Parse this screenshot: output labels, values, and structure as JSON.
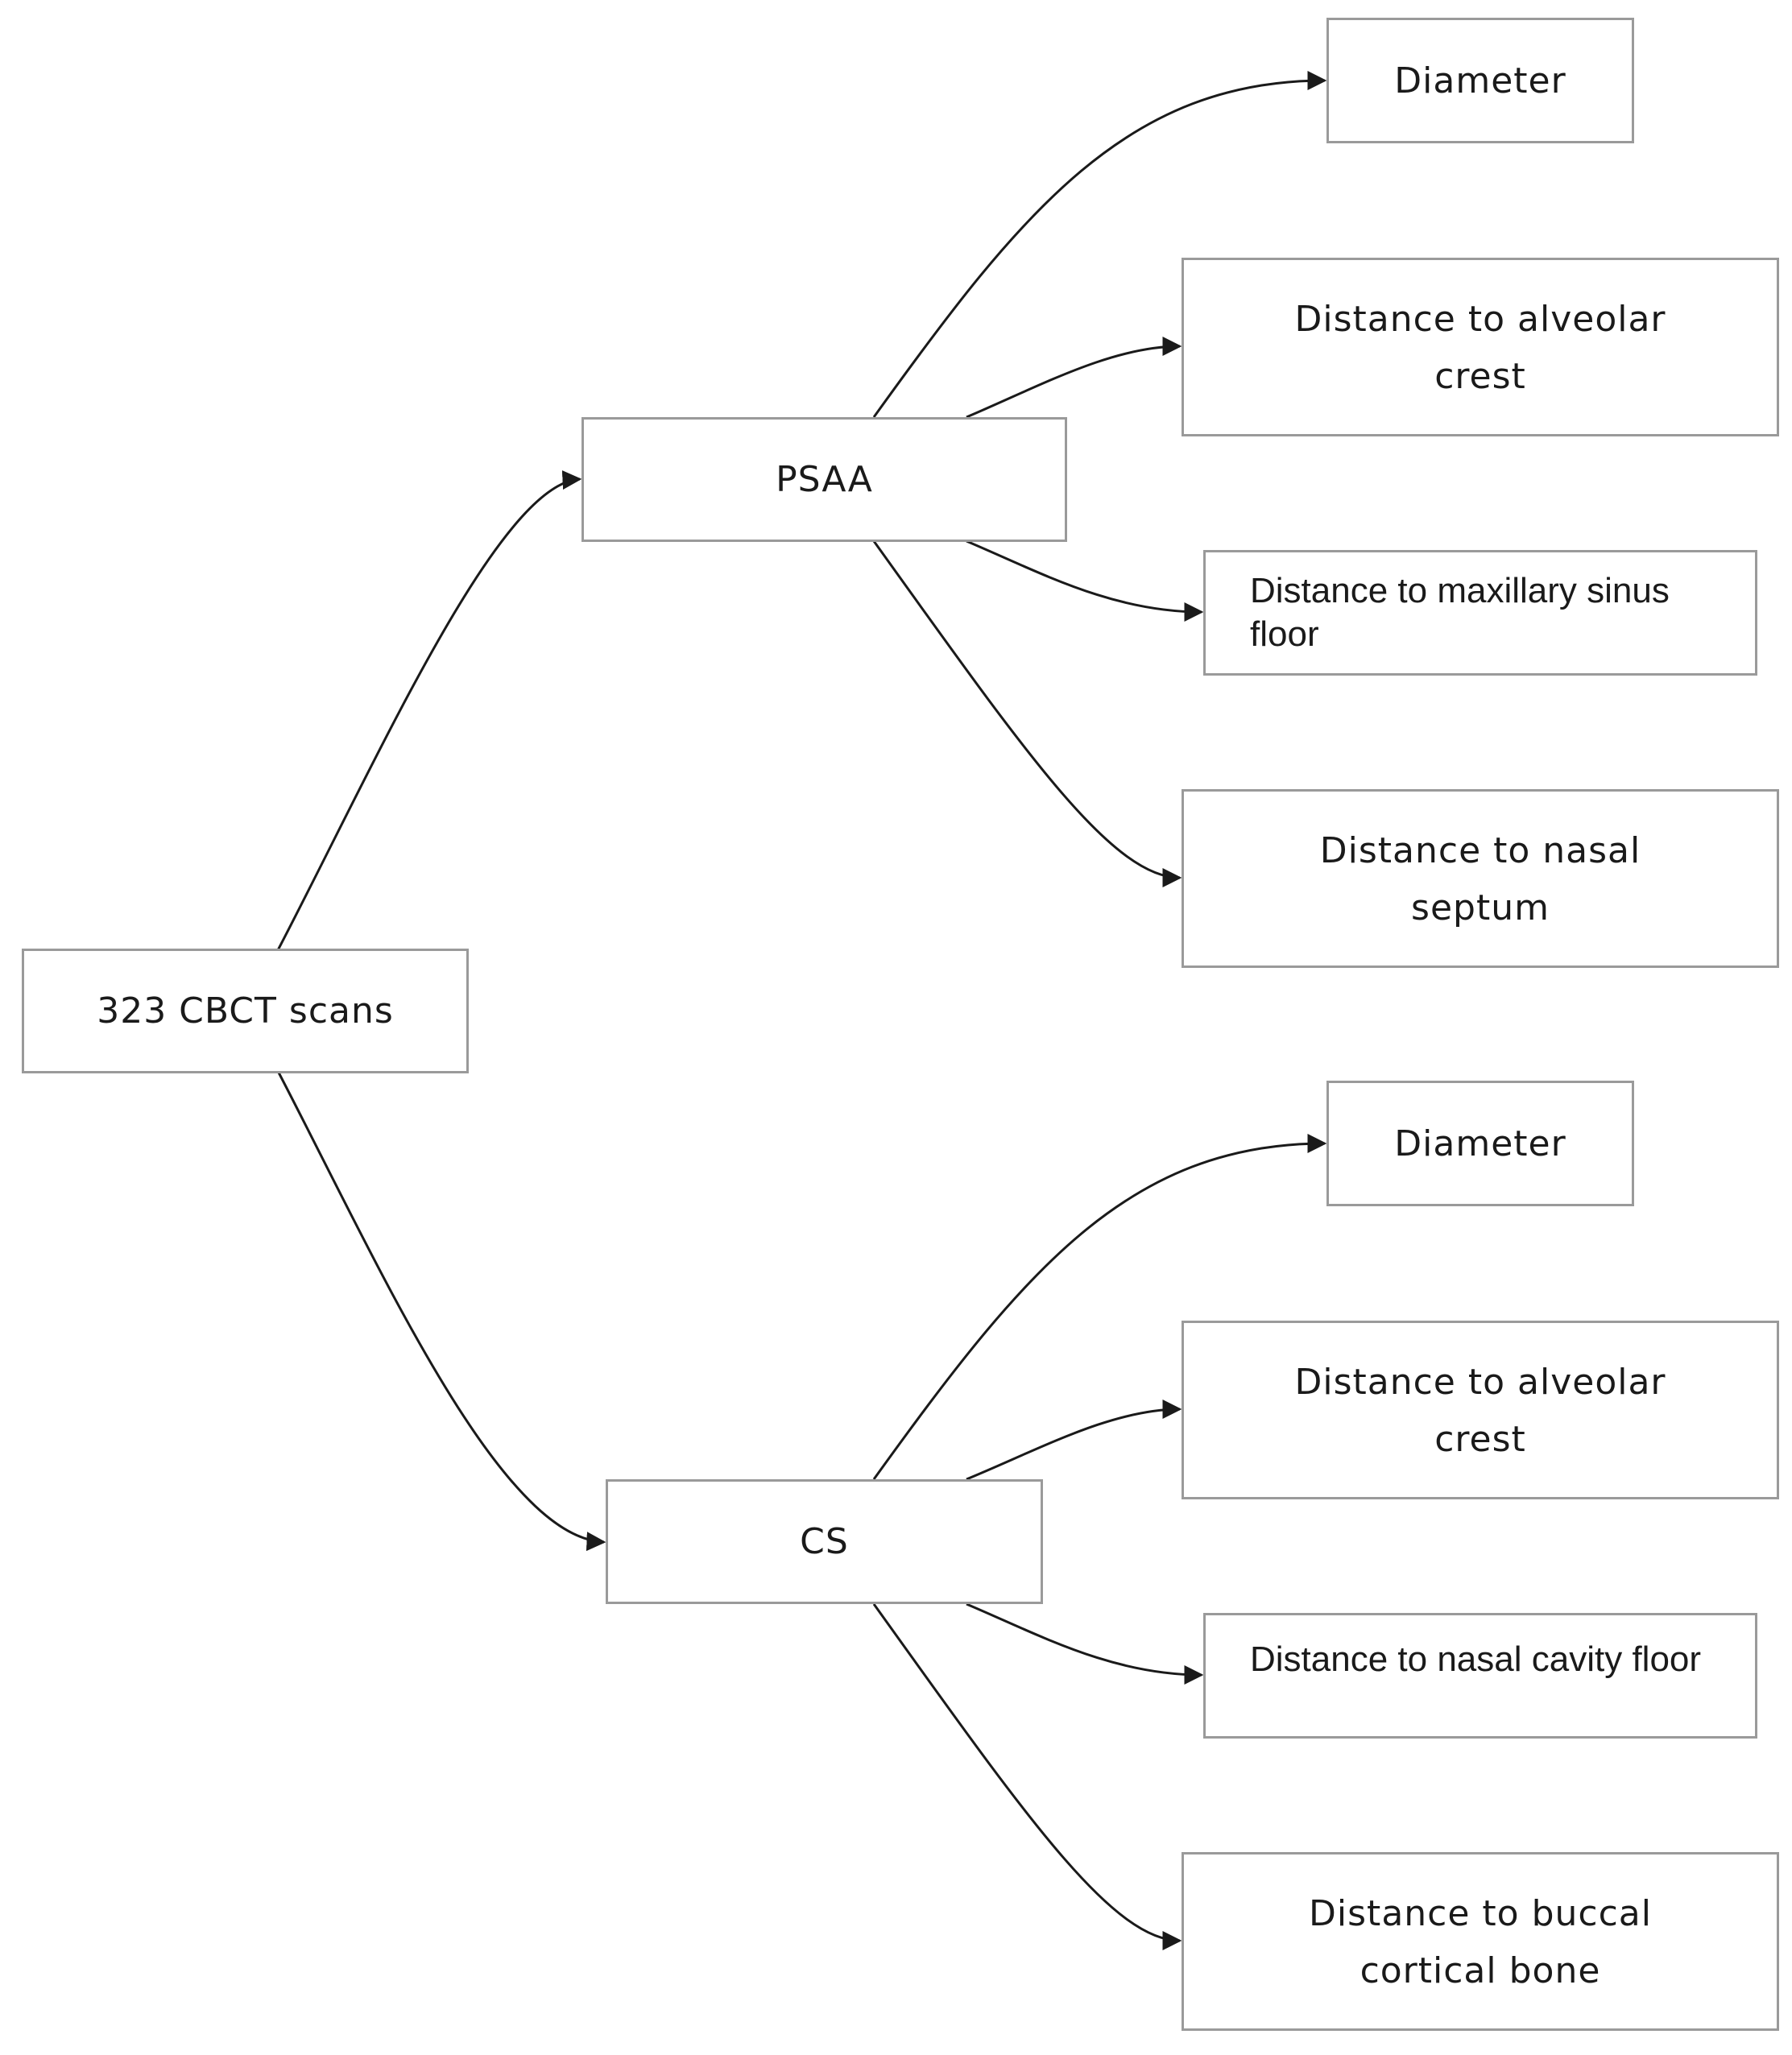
{
  "root": {
    "label": "323 CBCT scans"
  },
  "branches": [
    {
      "label": "PSAA",
      "children": [
        "Diameter",
        "Distance to alveolar crest",
        "Distance to maxillary sinus floor",
        "Distance to nasal septum"
      ]
    },
    {
      "label": "CS",
      "children": [
        "Diameter",
        "Distance to alveolar crest",
        "Distance to nasal cavity floor",
        "Distance to buccal cortical bone"
      ]
    }
  ],
  "style": {
    "edge_color": "#1a1a1a",
    "border_color": "#9a9a9a"
  }
}
